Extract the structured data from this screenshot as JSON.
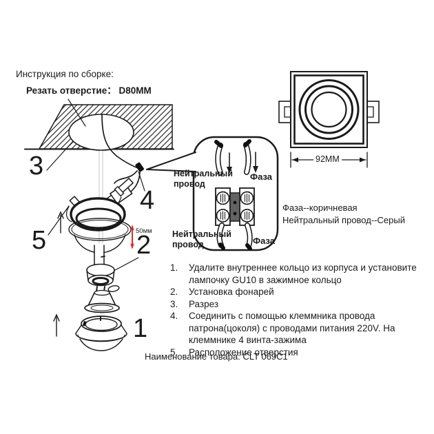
{
  "header": {
    "assembly_title": "Инструкция по сборке:",
    "cut_hole_note": "Резать отверстие： D80MM"
  },
  "exploded_view": {
    "callout_numbers": [
      "1",
      "2",
      "3",
      "4",
      "5"
    ],
    "dim_depth": "50мм"
  },
  "wiring_callout": {
    "neutral_top": "Нейтральный провод",
    "phase_top": "Фаза",
    "neutral_bottom": "Нейтральный провод",
    "phase_bottom": "Фаза"
  },
  "top_view": {
    "width_dim": "92MM"
  },
  "legend": {
    "phase_color": "Фаза--коричневая",
    "neutral_color": "Нейтральный провод--Серый"
  },
  "steps": [
    {
      "num": "1.",
      "text": "Удалите внутреннее кольцо из корпуса и установите лампочку GU10 в зажимное кольцо"
    },
    {
      "num": "2.",
      "text": "Установка фонарей"
    },
    {
      "num": "3.",
      "text": "Разрез"
    },
    {
      "num": "4.",
      "text": "Соединить с помощью клеммника провода патрона(цоколя) с проводами питания 220V. На клеммнике 4 винта-зажима"
    },
    {
      "num": "5.",
      "text": "Расположение отверстия"
    }
  ],
  "footer": {
    "product_name": "Наименование товара: CLT 069C1"
  },
  "colors": {
    "line": "#1a1a1a",
    "dimension_red": "#d92b2b"
  }
}
